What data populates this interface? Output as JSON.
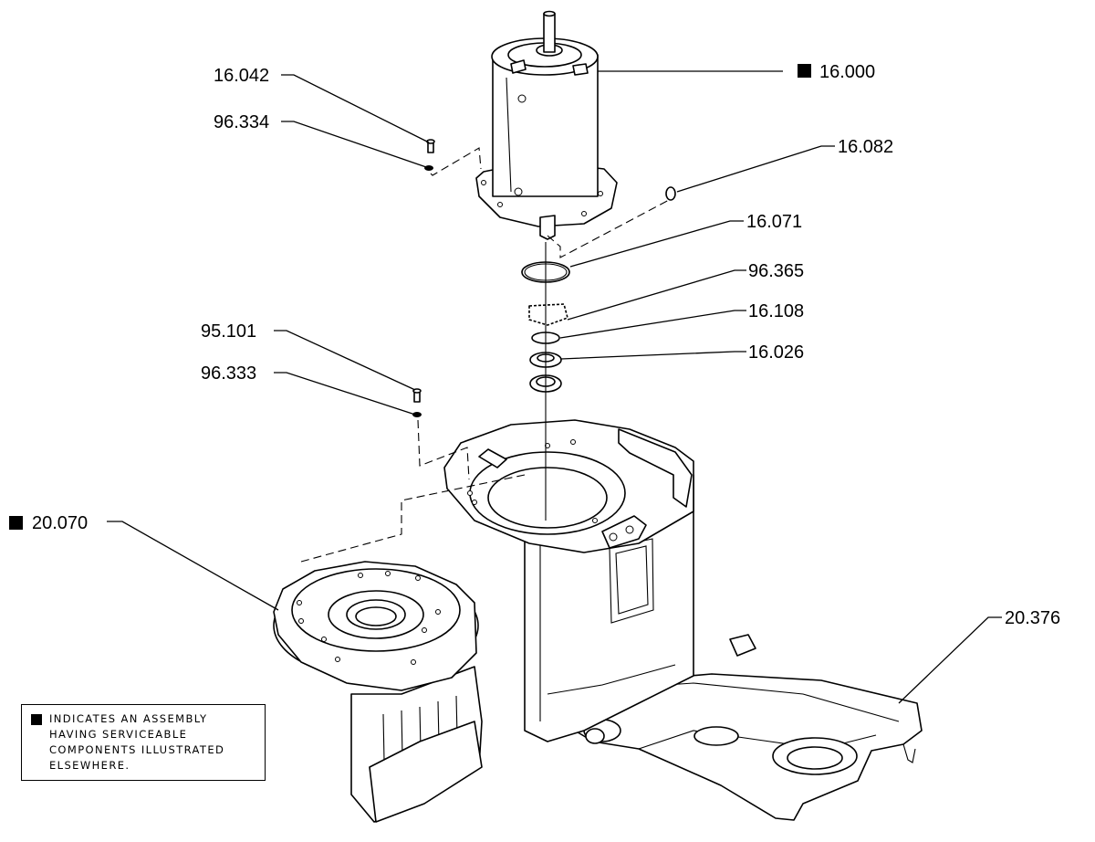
{
  "callouts": {
    "p16042": "16.042",
    "p96334": "96.334",
    "p16000": "16.000",
    "p16082": "16.082",
    "p16071": "16.071",
    "p96365": "96.365",
    "p16108": "16.108",
    "p16026": "16.026",
    "p95101": "95.101",
    "p96333": "96.333",
    "p20070": "20.070",
    "p20376": "20.376"
  },
  "assembly_markers": [
    "16.000",
    "20.070"
  ],
  "legend": {
    "line1": "INDICATES AN ASSEMBLY",
    "line2": "HAVING SERVICEABLE",
    "line3": "COMPONENTS ILLUSTRATED",
    "line4": "ELSEWHERE."
  }
}
